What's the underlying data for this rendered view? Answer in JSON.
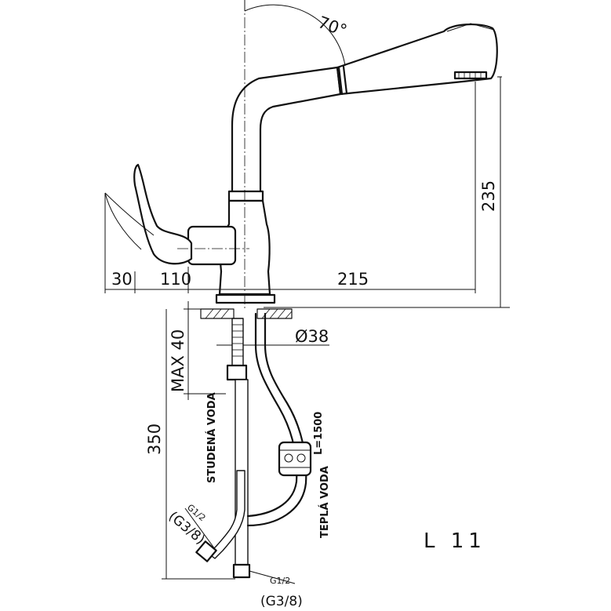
{
  "drawing": {
    "angle_label": "70°",
    "dim_height": "235",
    "dim_lever_offset": "30",
    "dim_body_reach": "110",
    "dim_spout_reach": "215",
    "dim_base_diameter": "Ø38",
    "dim_max_counter": "MAX  40",
    "dim_hose_length_total": "350",
    "hose_length_label": "L=1500",
    "cold_water_label": "STUDENÁ VODA",
    "hot_water_label": "TEPLÁ VODA",
    "thread_g12_left": "G1/2",
    "thread_g38_left": "(G3/8)",
    "thread_g12_bottom": "G1/2",
    "thread_g38_bottom": "(G3/8)",
    "model_label": "L 11"
  }
}
